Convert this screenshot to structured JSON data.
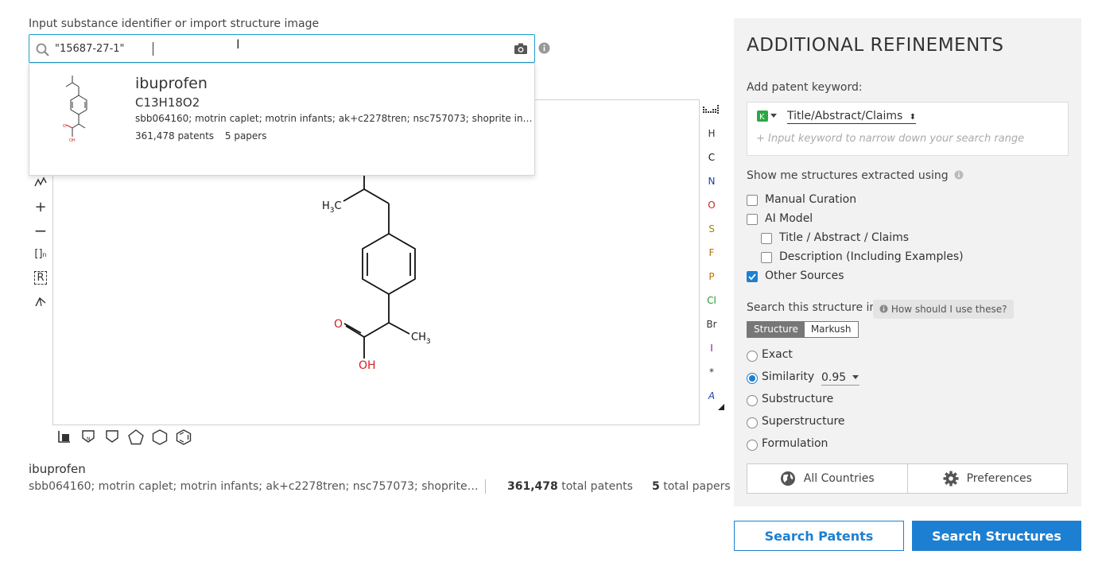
{
  "search": {
    "label": "Input substance identifier or import structure image",
    "value": "\"15687-27-1\""
  },
  "dropdown": {
    "name": "ibuprofen",
    "formula": "C13H18O2",
    "synonyms": "sbb064160; motrin caplet; motrin infants; ak+c2278tren; nsc757073; shoprite infants ibuprofen",
    "patents": "361,478 patents",
    "papers": "5 papers"
  },
  "editor": {
    "left_tools": [
      "zigzag-icon",
      "plus-icon",
      "minus-icon",
      "bracket-n-icon",
      "r-group-icon",
      "bond-tool-icon"
    ],
    "atoms": [
      {
        "label": "H",
        "color": "#333333"
      },
      {
        "label": "C",
        "color": "#111111"
      },
      {
        "label": "N",
        "color": "#1a3fa8"
      },
      {
        "label": "O",
        "color": "#d42020"
      },
      {
        "label": "S",
        "color": "#9a8a00"
      },
      {
        "label": "F",
        "color": "#c07000"
      },
      {
        "label": "P",
        "color": "#c07000"
      },
      {
        "label": "Cl",
        "color": "#1a9a2a"
      },
      {
        "label": "Br",
        "color": "#333333"
      },
      {
        "label": "I",
        "color": "#7a1a9a"
      },
      {
        "label": "*",
        "color": "#333333"
      },
      {
        "label": "A",
        "color": "#1a3fa8"
      }
    ],
    "molecule_labels": {
      "h3c": "H3C",
      "ch3": "CH3",
      "o": "O",
      "oh": "OH"
    }
  },
  "summary": {
    "name": "ibuprofen",
    "synonyms": "sbb064160; motrin caplet; motrin infants; ak+c2278tren; nsc757073; shoprite infants ibuprofen",
    "patents_num": "361,478",
    "patents_text": "total patents",
    "papers_num": "5",
    "papers_text": "total papers"
  },
  "refinements": {
    "title": "ADDITIONAL REFINEMENTS",
    "keyword_label": "Add patent keyword:",
    "keyword_scope": "Title/Abstract/Claims",
    "keyword_placeholder": "+ Input keyword to narrow down your search range",
    "extract_label": "Show me structures extracted using",
    "checks": [
      {
        "label": "Manual Curation",
        "checked": false
      },
      {
        "label": "AI Model",
        "checked": false
      },
      {
        "label": "Title / Abstract / Claims",
        "checked": false
      },
      {
        "label": "Description (Including Examples)",
        "checked": false
      },
      {
        "label": "Other Sources",
        "checked": true
      }
    ],
    "search_in_label": "Search this structure in:",
    "howto": "How should I use these?",
    "seg_structure": "Structure",
    "seg_markush": "Markush",
    "modes": [
      {
        "label": "Exact",
        "checked": false
      },
      {
        "label": "Similarity",
        "checked": true
      },
      {
        "label": "Substructure",
        "checked": false
      },
      {
        "label": "Superstructure",
        "checked": false
      },
      {
        "label": "Formulation",
        "checked": false
      }
    ],
    "similarity_value": "0.95",
    "countries": "All Countries",
    "preferences": "Preferences"
  },
  "actions": {
    "search_patents": "Search Patents",
    "search_structures": "Search Structures"
  },
  "colors": {
    "accent": "#1d7fd1",
    "search_border": "#1d9bd1",
    "oxygen_red": "#d42020"
  }
}
